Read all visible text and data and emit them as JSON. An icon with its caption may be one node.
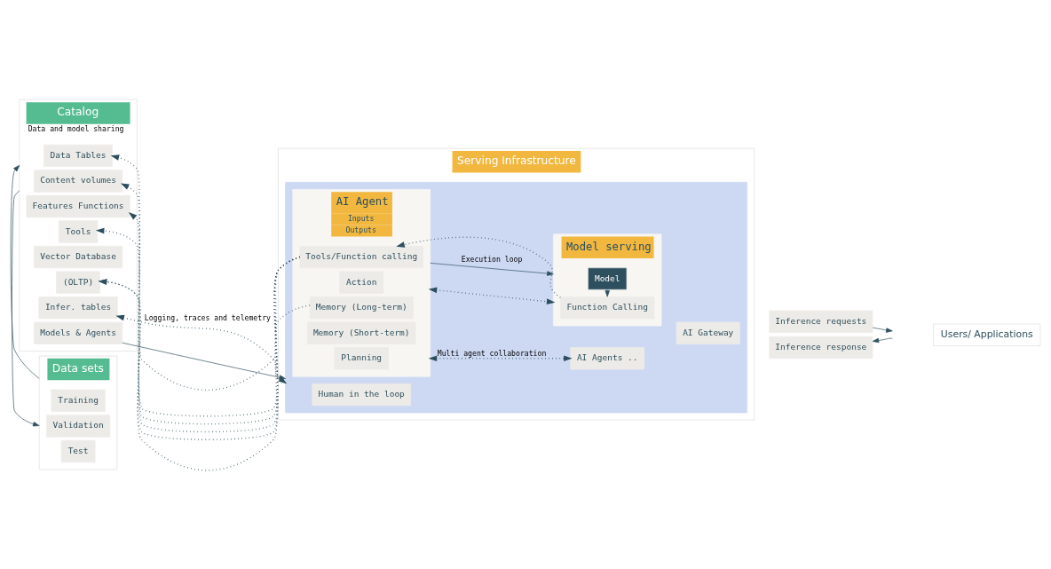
{
  "diagram": {
    "nodes": [
      {
        "text": [
          "Data sets"
        ]
      },
      {
        "text": [
          "Training"
        ],
        "in": 0
      },
      {
        "text": [
          "Validation"
        ],
        "in": 0
      },
      {
        "text": [
          "Test"
        ],
        "in": 0
      },
      {
        "text": [
          "Catalog",
          "Data and model sharing"
        ]
      },
      {
        "text": [
          "Data Tables"
        ],
        "in": 4
      },
      {
        "text": [
          "Content volumes"
        ],
        "in": 4
      },
      {
        "text": [
          "Features Functions"
        ],
        "in": 4
      },
      {
        "text": [
          "Tools"
        ],
        "in": 4
      },
      {
        "text": [
          "Vector Database"
        ],
        "in": 4
      },
      {
        "text": [
          "(OLTP)"
        ],
        "in": 4
      },
      {
        "text": [
          "Models & Agents"
        ],
        "in": 4
      },
      {
        "text": [
          "Infer. tables"
        ],
        "in": 4
      },
      {
        "text": [
          "Serving Infrastructure"
        ]
      },
      {
        "text": [],
        "shape": "box",
        "in": 13
      },
      {
        "text": [
          "Human in the loop"
        ],
        "in": 14
      },
      {
        "text": [
          "AI Agent",
          "Inputs",
          "Outputs"
        ],
        "in": 14
      },
      {
        "text": [
          "Planning"
        ],
        "in": 16
      },
      {
        "text": [
          "Action"
        ],
        "in": 16
      },
      {
        "text": [
          "Tools/Function calling"
        ],
        "in": 16
      },
      {
        "text": [
          "Memory (Short-term)"
        ],
        "in": 16
      },
      {
        "text": [
          "Memory (Long-term)"
        ],
        "in": 16
      },
      {
        "text": [
          "AI Agents .."
        ],
        "in": 14
      },
      {
        "text": [
          "AI Gateway"
        ],
        "in": 14
      },
      {
        "text": [
          "Model serving"
        ],
        "in": 14
      },
      {
        "text": [
          "Model"
        ],
        "in": 24
      },
      {
        "text": [
          "Function Calling"
        ],
        "in": 24
      },
      {
        "text": [
          "Inference requests"
        ]
      },
      {
        "text": [
          "Inference response"
        ]
      },
      {
        "text": [
          "Users/ Applications"
        ]
      }
    ],
    "edges": [
      {
        "from": 0,
        "to": 4,
        "arrow": "to"
      },
      {
        "from": 4,
        "to": 0,
        "arrow": "to"
      },
      {
        "from": 19,
        "to": 5,
        "arrow": "to",
        "style": "dashed"
      },
      {
        "from": 19,
        "to": 6,
        "arrow": "to",
        "style": "dashed"
      },
      {
        "from": 19,
        "to": 7,
        "arrow": "to",
        "style": "dashed"
      },
      {
        "from": 19,
        "to": 8,
        "arrow": "to",
        "style": "dashed"
      },
      {
        "from": 19,
        "to": 10,
        "arrow": "to",
        "style": "dashed"
      },
      {
        "from": 21,
        "to": 10,
        "arrow": "to",
        "style": "dashed"
      },
      {
        "from": 11,
        "to": 14,
        "arrow": "to"
      },
      {
        "from": 12,
        "to": 14,
        "label": "Logging, traces and telemetry",
        "arrow": "both",
        "style": "dashed"
      },
      {
        "from": 16,
        "to": 22,
        "label": "Multi agent collaboration",
        "arrow": "both",
        "style": "dashed"
      },
      {
        "from": 16,
        "to": 24,
        "arrow": "both",
        "style": "dashed"
      },
      {
        "from": 16,
        "to": 24,
        "label": "Execution loop",
        "arrow": "to"
      },
      {
        "from": 25,
        "to": 26,
        "arrow": "to"
      },
      {
        "from": 26,
        "to": 19,
        "arrow": "to",
        "style": "dashed"
      },
      {
        "from": 27,
        "to": null,
        "arrow": "to"
      },
      {
        "from": null,
        "to": 28,
        "arrow": "to"
      }
    ]
  }
}
